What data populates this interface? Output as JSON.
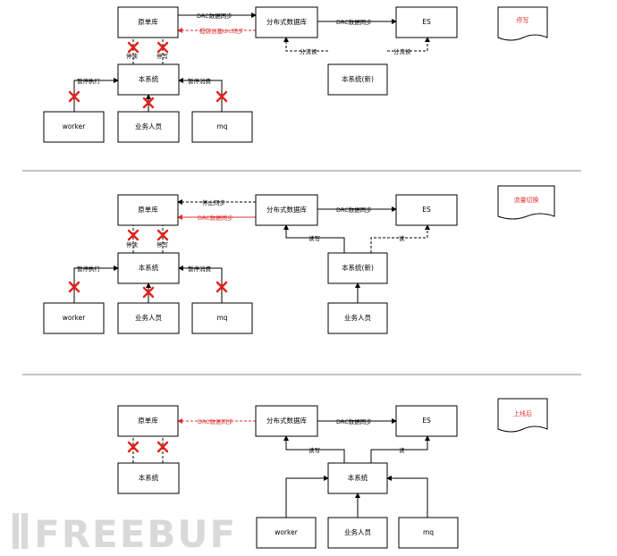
{
  "scenes": [
    {
      "note": "停写",
      "nodes": {
        "source_db": "原单库",
        "dist_db": "分布式数据库",
        "es": "ES",
        "this_system": "本系统",
        "new_system": "本系统(新)",
        "worker": "worker",
        "staff": "业务人员",
        "mq": "mq"
      },
      "edges": {
        "drc_sync": "DRC数据同步",
        "pre_create_sync": "提前创建drc同步",
        "drc_sync_es": "DRC数据同步",
        "shunt_read_db": "分流读",
        "shunt_read_es": "分流读",
        "stop_read": "停读",
        "stop_write": "停写",
        "pause_exec": "暂停执行",
        "pause_consume": "暂停消费"
      }
    },
    {
      "note": "流量切换",
      "nodes": {
        "source_db": "原单库",
        "dist_db": "分布式数据库",
        "es": "ES",
        "this_system": "本系统",
        "new_system": "本系统(新)",
        "worker": "worker",
        "staff": "业务人员",
        "mq": "mq",
        "staff_new": "业务人员"
      },
      "edges": {
        "stop_sync": "停止同步",
        "drc_sync_back": "DRC数据同步",
        "drc_sync_es": "DRC数据同步",
        "read_write": "读写",
        "read": "读",
        "stop_read": "停读",
        "stop_write": "停写",
        "pause_exec": "暂停执行",
        "pause_consume": "暂停消费"
      }
    },
    {
      "note": "上线后",
      "nodes": {
        "source_db": "原单库",
        "dist_db": "分布式数据库",
        "es": "ES",
        "old_system": "本系统",
        "this_system": "本系统",
        "worker": "worker",
        "staff": "业务人员",
        "mq": "mq"
      },
      "edges": {
        "drc_sync_back": "DRC数据同步",
        "drc_sync_es": "DRC数据同步",
        "read_write": "读写",
        "read": "读"
      }
    }
  ],
  "watermark": "FREEBUF",
  "colors": {
    "accent_red": "#e03030",
    "x_mark": "#e8201a",
    "separator": "#888888"
  }
}
